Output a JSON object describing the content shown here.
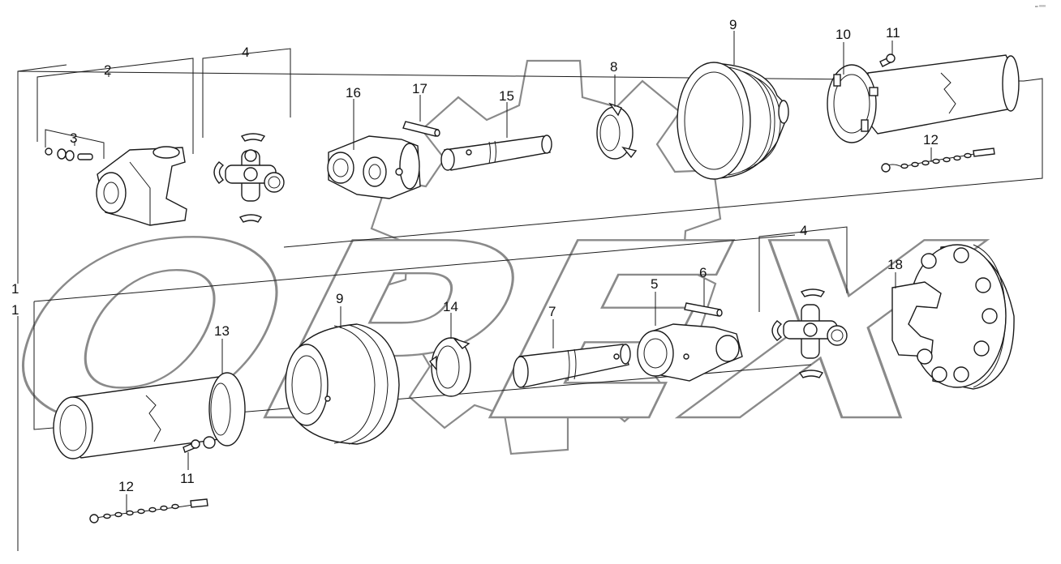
{
  "watermark": {
    "text": "OPEX"
  },
  "corner_mark": {
    "text": "ᵃᵒ ⁰⁰⁰⁰"
  },
  "labels": {
    "l1_top": "1",
    "l1_left": "1",
    "l2": "2",
    "l3": "3",
    "l4_top": "4",
    "l4_bottom": "4",
    "l5": "5",
    "l6": "6",
    "l7": "7",
    "l8": "8",
    "l9_top": "9",
    "l9_bottom": "9",
    "l10": "10",
    "l11_top": "11",
    "l11_bottom": "11",
    "l12_top": "12",
    "l12_bottom": "12",
    "l13": "13",
    "l14": "14",
    "l15": "15",
    "l16": "16",
    "l17": "17",
    "l18": "18"
  }
}
